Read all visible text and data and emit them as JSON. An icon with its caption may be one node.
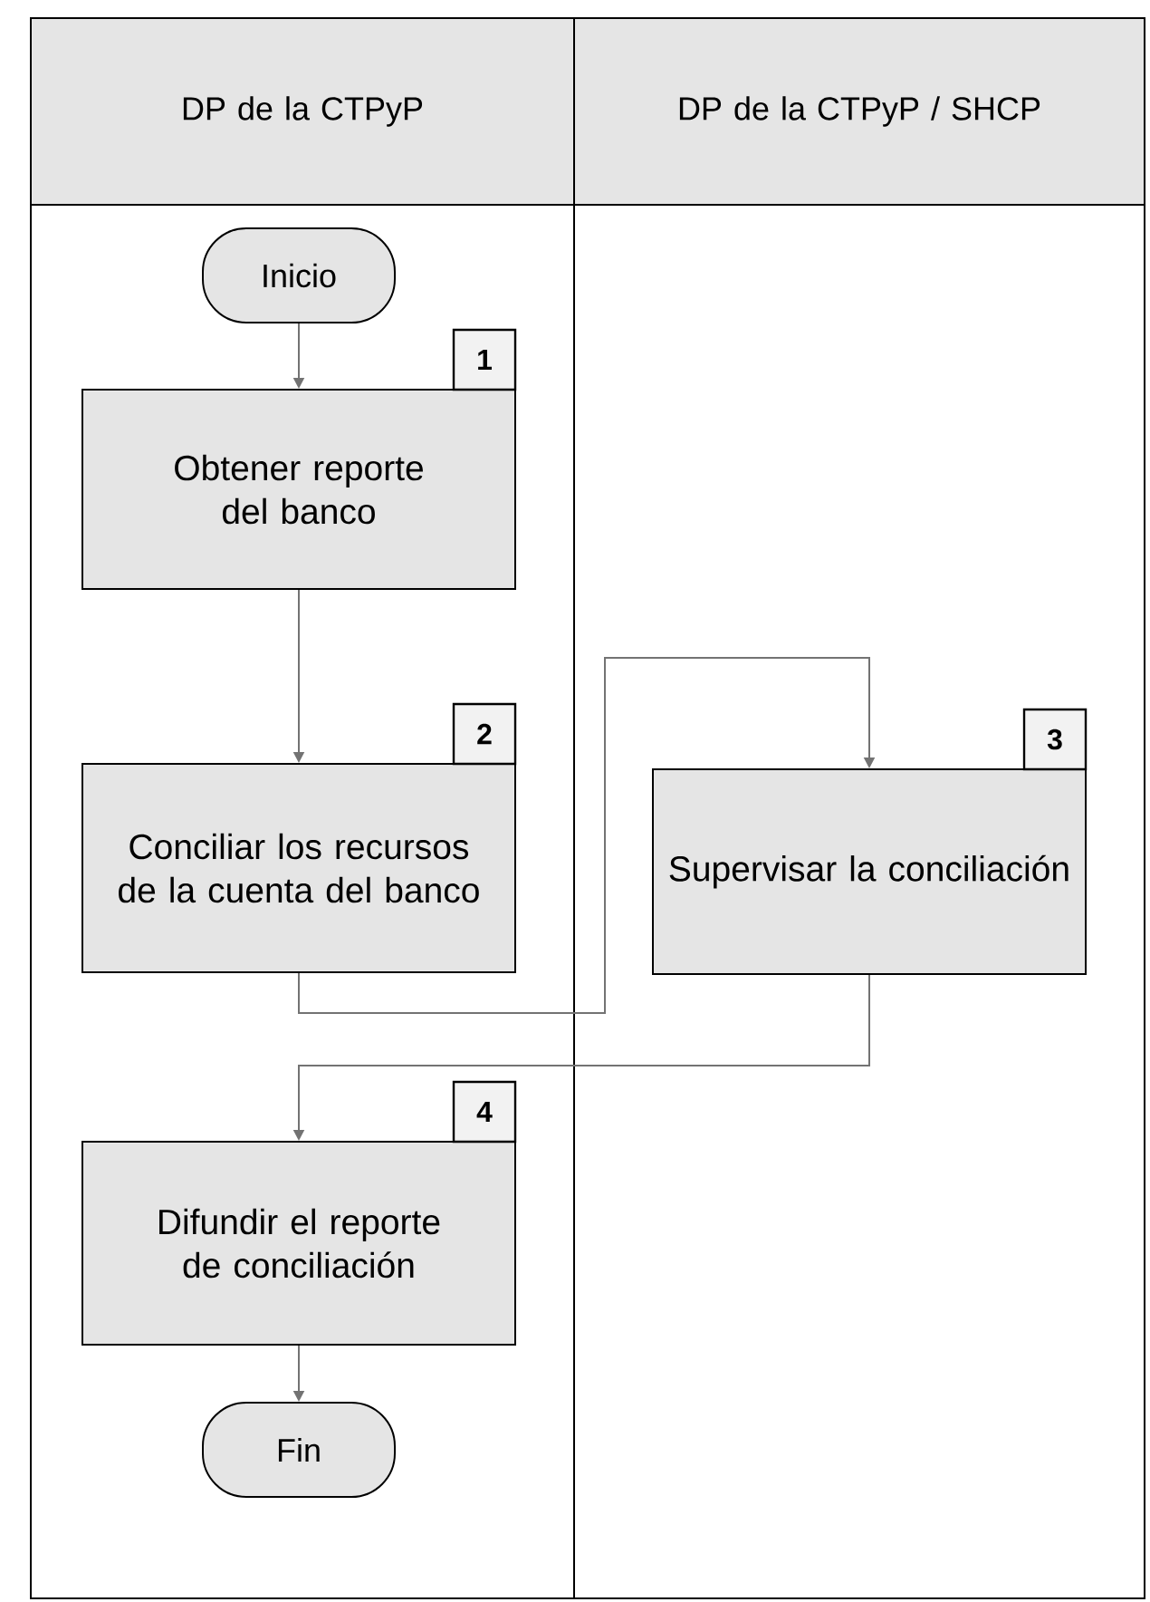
{
  "diagram": {
    "nodes": [
      {
        "text": [
          "DP de la CTPyP"
        ]
      },
      {
        "text": [
          "DP de la CTPyP / SHCP"
        ]
      },
      {
        "text": [
          "Inicio"
        ],
        "in": 0
      },
      {
        "text": [
          "Obtener reporte del banco"
        ],
        "in": 0,
        "beside": [
          "1"
        ]
      },
      {
        "text": [
          "Conciliar los recursos de la cuenta del banco"
        ],
        "in": 0,
        "beside": [
          "2"
        ]
      },
      {
        "text": [
          "Supervisar la conciliación"
        ],
        "in": 1,
        "beside": [
          "3"
        ]
      },
      {
        "text": [
          "Difundir el reporte de conciliación"
        ],
        "in": 0,
        "beside": [
          "4"
        ]
      },
      {
        "text": [
          "Fin"
        ],
        "in": 0
      }
    ],
    "edges": [
      {
        "from": 2,
        "to": 3,
        "arrow": "to"
      },
      {
        "from": 3,
        "to": 4,
        "arrow": "to"
      },
      {
        "from": 4,
        "to": 5,
        "arrow": "to"
      },
      {
        "from": 5,
        "to": 6,
        "arrow": "to"
      },
      {
        "from": 6,
        "to": 7,
        "arrow": "to"
      }
    ]
  }
}
